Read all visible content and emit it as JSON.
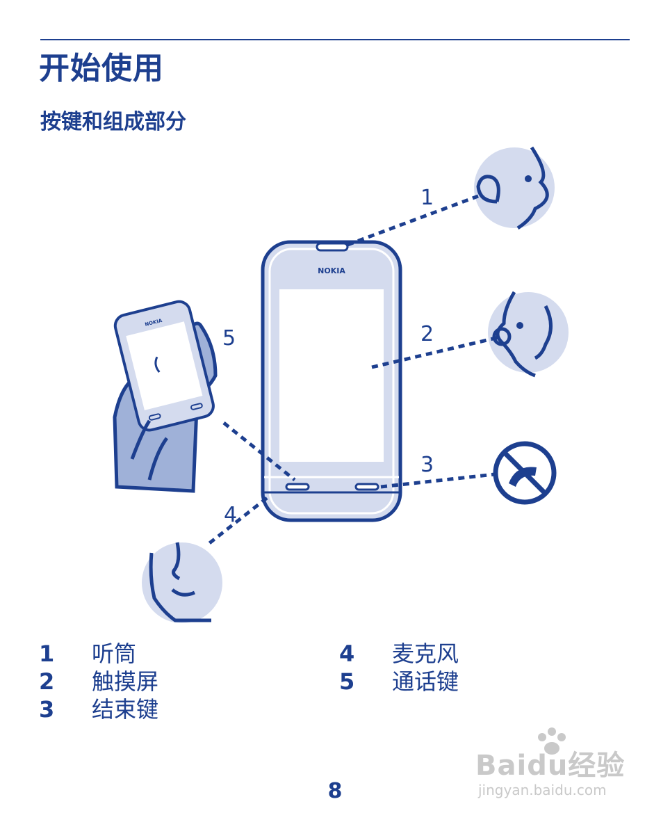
{
  "header": {
    "title": "开始使用"
  },
  "section": {
    "title": "按键和组成部分"
  },
  "figure": {
    "phone_brand": "NOKIA",
    "callouts": [
      "1",
      "2",
      "3",
      "4",
      "5"
    ]
  },
  "legend": {
    "left": [
      {
        "num": "1",
        "label": "听筒"
      },
      {
        "num": "2",
        "label": "触摸屏"
      },
      {
        "num": "3",
        "label": "结束键"
      }
    ],
    "right": [
      {
        "num": "4",
        "label": "麦克风"
      },
      {
        "num": "5",
        "label": "通话键"
      }
    ]
  },
  "footer": {
    "page_number": "8"
  },
  "watermark": {
    "brand": "Baidu经验",
    "url": "jingyan.baidu.com"
  },
  "colors": {
    "ink": "#1d3f8f",
    "fill": "#d4dbee",
    "hand": "#9fb1d8"
  }
}
